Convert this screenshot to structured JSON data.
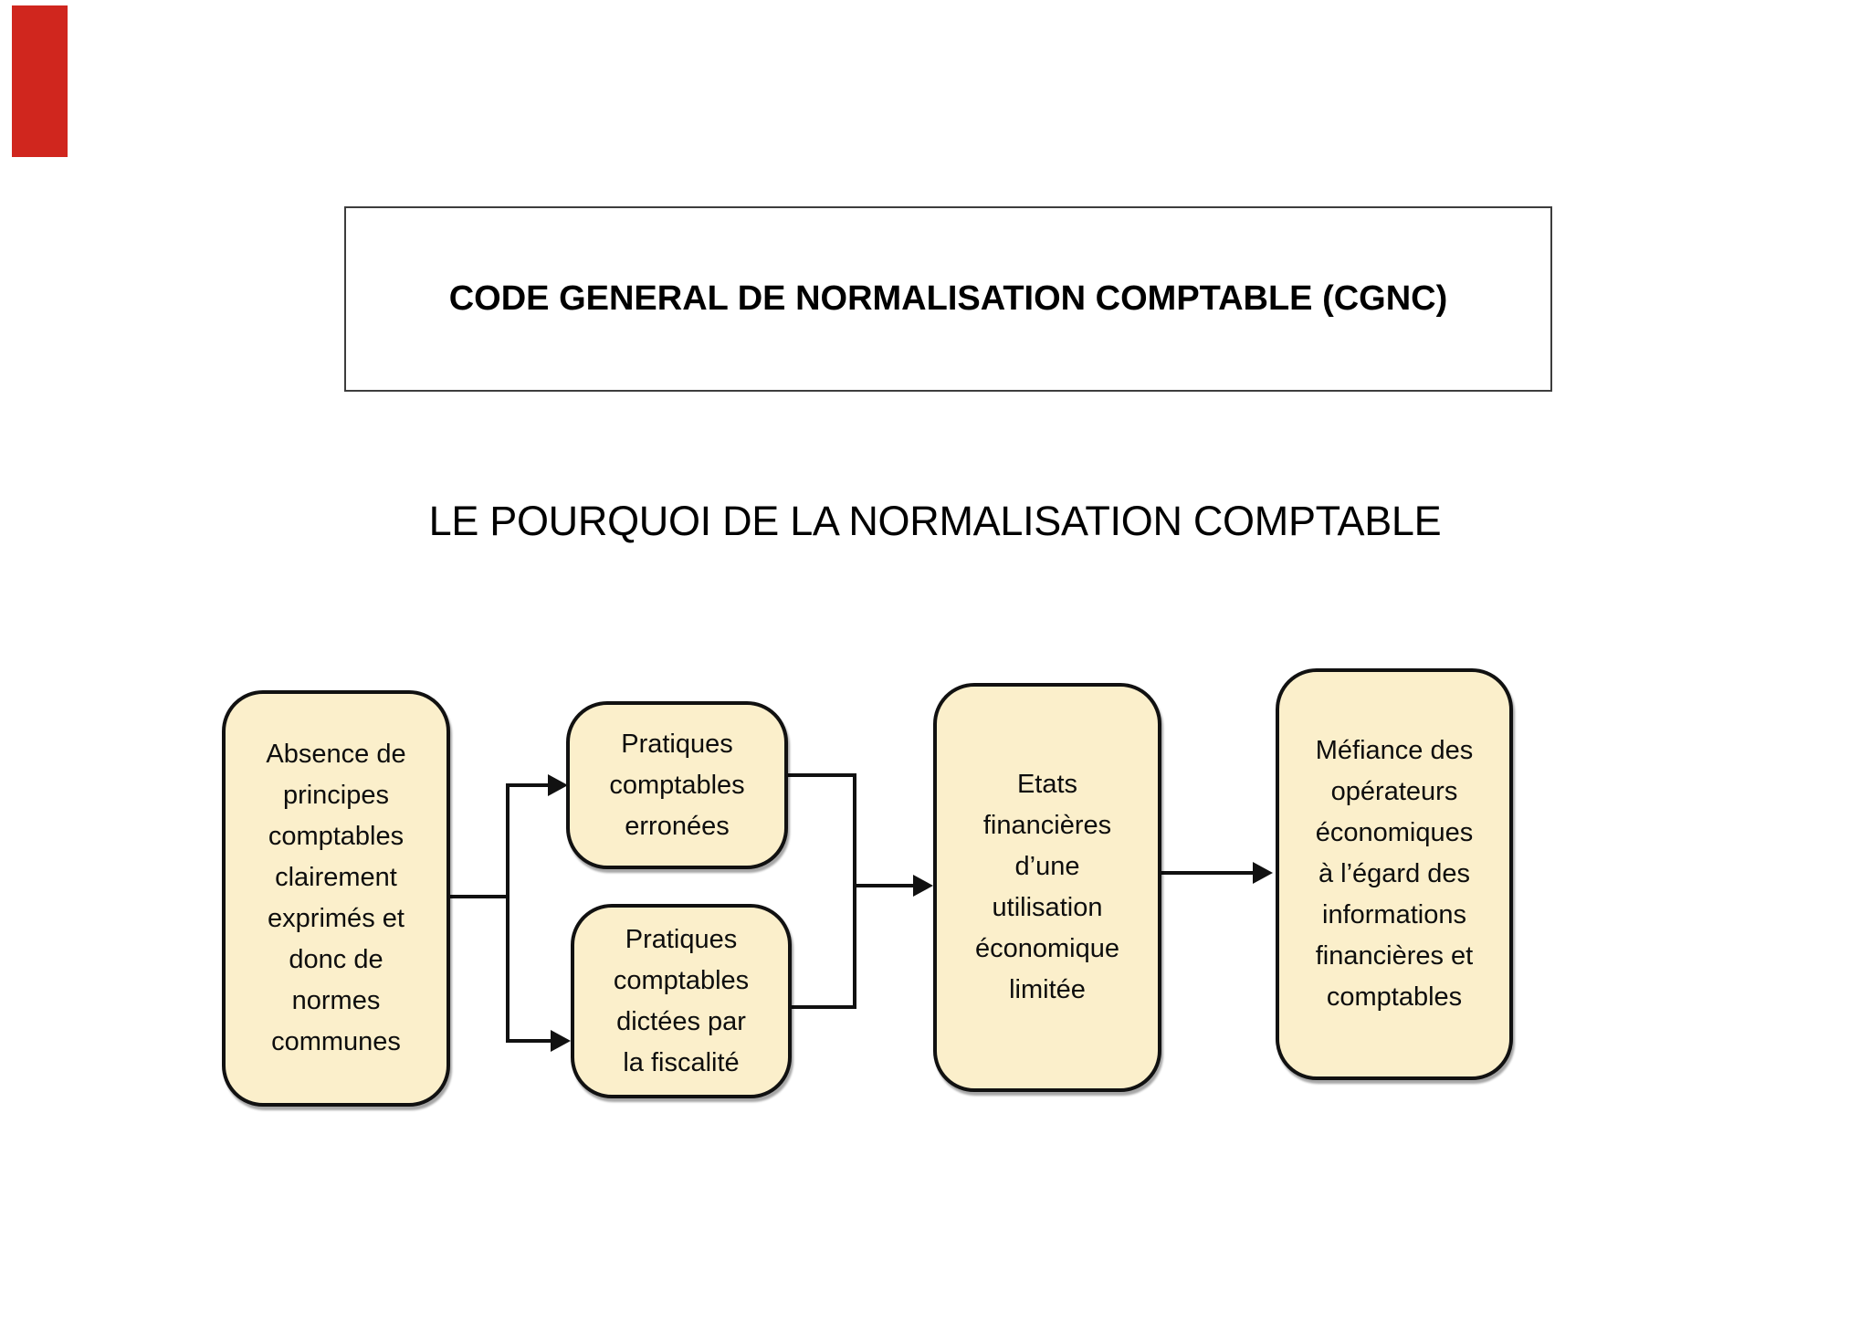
{
  "page": {
    "background_color": "#ffffff",
    "red_marker_color": "#d0261e"
  },
  "header": {
    "title": "CODE GENERAL DE NORMALISATION COMPTABLE (CGNC)",
    "subtitle": "LE POURQUOI DE LA NORMALISATION COMPTABLE"
  },
  "flowchart": {
    "box_fill_color": "#fbefcb",
    "box_border_color": "#111111",
    "boxes": [
      {
        "id": "cause",
        "text": "Absence de\nprincipes\ncomptables\nclairement\nexprimés et\ndonc de\nnormes\ncommunes"
      },
      {
        "id": "pratiques-erronees",
        "text": "Pratiques\ncomptables\nerronées"
      },
      {
        "id": "pratiques-fiscalite",
        "text": "Pratiques\ncomptables\ndictées par\nla fiscalité"
      },
      {
        "id": "etats-financiers",
        "text": "Etats\nfinancières\nd’une\nutilisation\néconomique\nlimitée"
      },
      {
        "id": "mefiance",
        "text": "Méfiance des\nopérateurs\néconomiques\nà l’égard des\ninformations\nfinancières et\ncomptables"
      }
    ],
    "flow_description": "cause -> {pratiques erronées, pratiques fiscalité} -> états financiers -> méfiance"
  }
}
